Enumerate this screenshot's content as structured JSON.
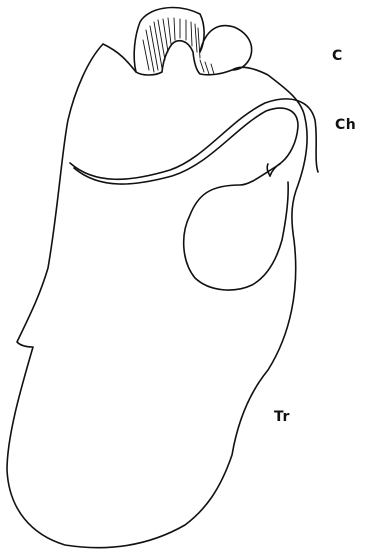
{
  "labels": {
    "c": "C",
    "ch": "Ch",
    "tr": "Tr"
  },
  "colors": {
    "ink": "#111111",
    "background": "#ffffff"
  }
}
